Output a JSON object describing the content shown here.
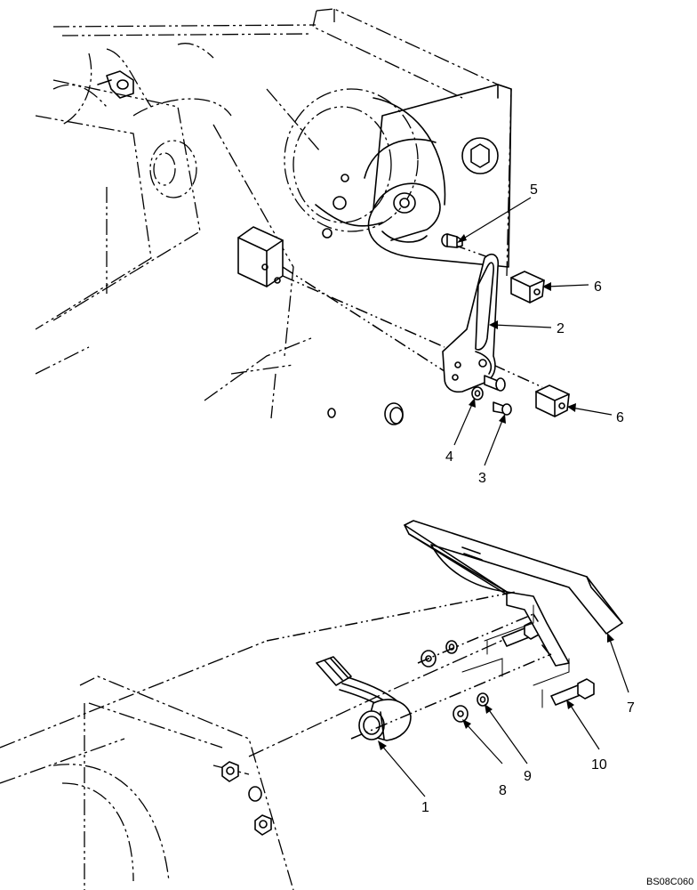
{
  "callouts": {
    "c1": "1",
    "c2": "2",
    "c3": "3",
    "c4": "4",
    "c5": "5",
    "c6a": "6",
    "c6b": "6",
    "c7": "7",
    "c8": "8",
    "c9": "9",
    "c10": "10"
  },
  "drawing_code": "BS08C060"
}
